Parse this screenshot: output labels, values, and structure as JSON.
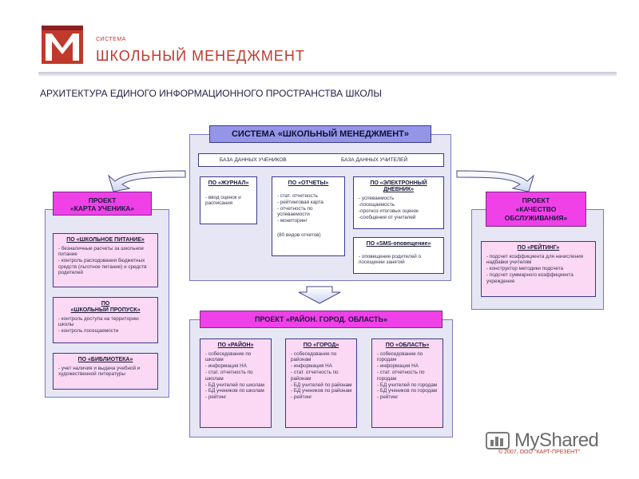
{
  "header": {
    "logo_name": "school-management-logo",
    "small_label": "СИСТЕМА",
    "title": "ШКОЛЬНЫЙ МЕНЕДЖМЕНТ",
    "subtitle": "АРХИТЕКТУРА ЕДИНОГО ИНФОРМАЦИОННОГО ПРОСТРАНСТВА ШКОЛЫ",
    "brand_color": "#c0392b"
  },
  "system": {
    "title": "СИСТЕМА «ШКОЛЬНЫЙ МЕНЕДЖМЕНТ»",
    "db_students": "БАЗА ДАННЫХ УЧЕНИКОВ",
    "db_teachers": "БАЗА ДАННЫХ УЧИТЕЛЕЙ",
    "journal": {
      "title": "ПО «ЖУРНАЛ»",
      "items": [
        "- ввод оценок и расписания"
      ]
    },
    "reports": {
      "title": "ПО «ОТЧЕТЫ»",
      "items": [
        "- стат. отчетность",
        "- рейтинговая карта",
        "- отчетность по успеваемости",
        "- мониторинг",
        "(80 видов отчетов)"
      ]
    },
    "diary": {
      "title": "ПО «ЭЛЕКТРОННЫЙ ДНЕВНИК»",
      "items": [
        "- успеваемость",
        "-посещаемость",
        "-прогноз итоговых оценок",
        "-сообщения от учителей"
      ]
    },
    "sms": {
      "title": "ПО «SMS-оповещение»",
      "items": [
        "- оповещение родителей о посещении занятий"
      ]
    }
  },
  "student_card": {
    "title_line1": "ПРОЕКТ",
    "title_line2": "«КАРТА УЧЕНИКА»",
    "nutrition": {
      "title": "ПО «ШКОЛЬНОЕ ПИТАНИЕ»",
      "items": [
        "- безналичные расчеты за школьное питание",
        "- контроль расходования бюджетных средств (льготное питание) и средств родителей"
      ]
    },
    "pass": {
      "title_line1": "ПО",
      "title_line2": "«ШКОЛЬНЫЙ ПРОПУСК»",
      "items": [
        "- контроль доступа на территорию школы",
        "- контроль посещаемости"
      ]
    },
    "library": {
      "title": "ПО «БИБЛИОТЕКА»",
      "items": [
        "- учет наличия и выдача учебной и художественной литературы"
      ]
    }
  },
  "quality": {
    "title_line1": "ПРОЕКТ",
    "title_line2": "«КАЧЕСТВО ОБСЛУЖИВАНИЯ»",
    "rating": {
      "title": "ПО «РЕЙТИНГ»",
      "items": [
        "- подсчет коэффициента для начисления надбавки учителям",
        "- конструктор методики подсчета",
        "- подсчет суммарного коэффициента учреждения"
      ]
    }
  },
  "region": {
    "title": "ПРОЕКТ «РАЙОН. ГОРОД. ОБЛАСТЬ»",
    "district": {
      "title": "ПО «РАЙОН»",
      "items": [
        "- собеседование по школам",
        "- информация НА",
        "- стат. отчетность по школам",
        "- БД учителей по школам",
        "- БД учеников по школам",
        "- рейтинг"
      ]
    },
    "city": {
      "title": "ПО «ГОРОД»",
      "items": [
        "- собеседование по районам",
        "- информация НА",
        "- стат. отчетность по районам",
        "- БД учителей по районам",
        "- БД учеников по районам",
        "- рейтинг"
      ]
    },
    "oblast": {
      "title": "ПО «ОБЛАСТЬ»",
      "items": [
        "- собеседование по городам",
        "- информация НА",
        "- стат. отчетность по городам",
        "- БД учителей по городам",
        "- БД учеников по городам",
        "- рейтинг"
      ]
    }
  },
  "watermark": {
    "icon_name": "myshared-icon",
    "text": "MyShared",
    "copyright": "© 2007, ООО \"КАРТ-ПРЕЗЕНТ\""
  }
}
